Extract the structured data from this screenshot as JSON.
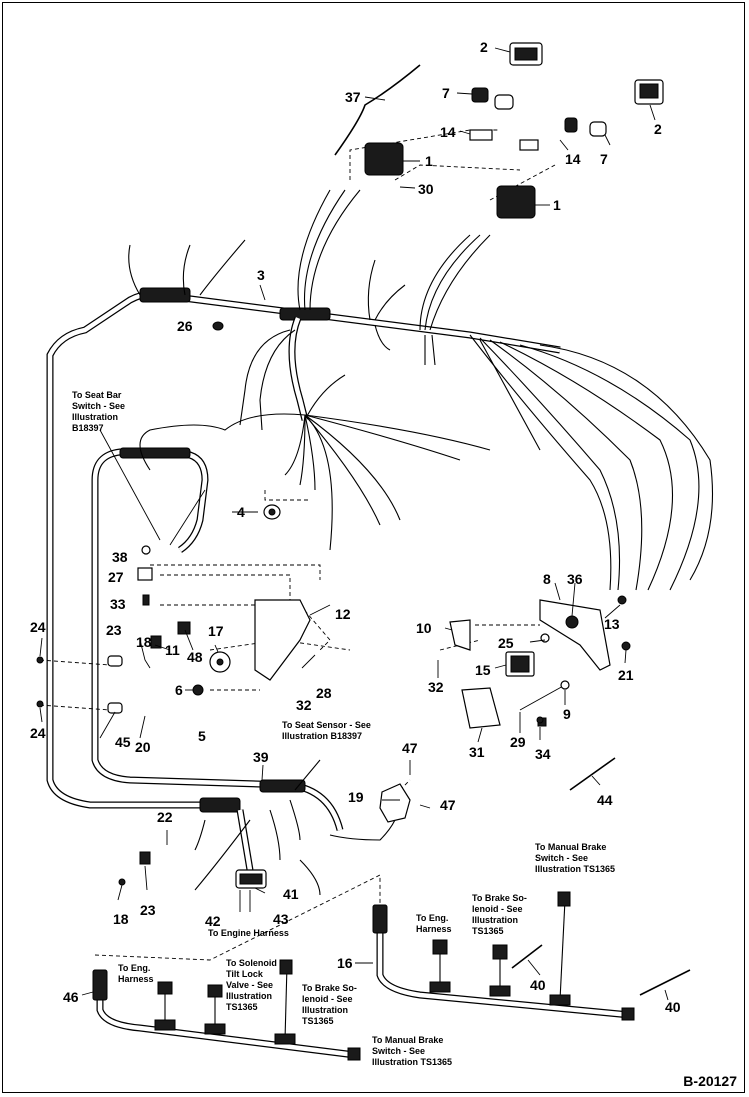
{
  "figure_number": "B-20127",
  "callouts": [
    {
      "id": "c-2a",
      "text": "2"
    },
    {
      "id": "c-2b",
      "text": "2"
    },
    {
      "id": "c-37",
      "text": "37"
    },
    {
      "id": "c-7a",
      "text": "7"
    },
    {
      "id": "c-7b",
      "text": "7"
    },
    {
      "id": "c-14a",
      "text": "14"
    },
    {
      "id": "c-14b",
      "text": "14"
    },
    {
      "id": "c-1a",
      "text": "1"
    },
    {
      "id": "c-1b",
      "text": "1"
    },
    {
      "id": "c-30",
      "text": "30"
    },
    {
      "id": "c-3",
      "text": "3"
    },
    {
      "id": "c-26",
      "text": "26"
    },
    {
      "id": "c-4",
      "text": "4"
    },
    {
      "id": "c-38",
      "text": "38"
    },
    {
      "id": "c-27",
      "text": "27"
    },
    {
      "id": "c-33",
      "text": "33"
    },
    {
      "id": "c-12",
      "text": "12"
    },
    {
      "id": "c-8",
      "text": "8"
    },
    {
      "id": "c-36",
      "text": "36"
    },
    {
      "id": "c-10",
      "text": "10"
    },
    {
      "id": "c-25",
      "text": "25"
    },
    {
      "id": "c-13",
      "text": "13"
    },
    {
      "id": "c-24a",
      "text": "24"
    },
    {
      "id": "c-24b",
      "text": "24"
    },
    {
      "id": "c-23a",
      "text": "23"
    },
    {
      "id": "c-18a",
      "text": "18"
    },
    {
      "id": "c-11",
      "text": "11"
    },
    {
      "id": "c-17",
      "text": "17"
    },
    {
      "id": "c-48",
      "text": "48"
    },
    {
      "id": "c-15",
      "text": "15"
    },
    {
      "id": "c-21",
      "text": "21"
    },
    {
      "id": "c-32a",
      "text": "32"
    },
    {
      "id": "c-32b",
      "text": "32"
    },
    {
      "id": "c-28",
      "text": "28"
    },
    {
      "id": "c-6",
      "text": "6"
    },
    {
      "id": "c-9",
      "text": "9"
    },
    {
      "id": "c-5",
      "text": "5"
    },
    {
      "id": "c-45",
      "text": "45"
    },
    {
      "id": "c-20",
      "text": "20"
    },
    {
      "id": "c-31",
      "text": "31"
    },
    {
      "id": "c-29",
      "text": "29"
    },
    {
      "id": "c-34",
      "text": "34"
    },
    {
      "id": "c-39",
      "text": "39"
    },
    {
      "id": "c-47a",
      "text": "47"
    },
    {
      "id": "c-47b",
      "text": "47"
    },
    {
      "id": "c-19",
      "text": "19"
    },
    {
      "id": "c-44",
      "text": "44"
    },
    {
      "id": "c-22",
      "text": "22"
    },
    {
      "id": "c-41",
      "text": "41"
    },
    {
      "id": "c-42",
      "text": "42"
    },
    {
      "id": "c-43",
      "text": "43"
    },
    {
      "id": "c-18b",
      "text": "18"
    },
    {
      "id": "c-23b",
      "text": "23"
    },
    {
      "id": "c-16",
      "text": "16"
    },
    {
      "id": "c-40a",
      "text": "40"
    },
    {
      "id": "c-40b",
      "text": "40"
    },
    {
      "id": "c-46",
      "text": "46"
    }
  ],
  "notes": {
    "seat_bar": "To Seat Bar\nSwitch - See\nIllustration\nB18397",
    "seat_sensor": "To Seat Sensor - See\nIllustration B18397",
    "engine_harness": "To Engine Harness",
    "eng_harness_right": "To Eng.\nHarness",
    "eng_harness_left": "To Eng.\nHarness",
    "brake_solenoid_right": "To Brake So-\nlenoid - See\nIllustration\nTS1365",
    "brake_solenoid_left": "To Brake So-\nlenoid - See\nIllustration\nTS1365",
    "manual_brake_right": "To Manual Brake\nSwitch - See\nIllustration TS1365",
    "manual_brake_left": "To Manual Brake\nSwitch - See\nIllustration TS1365",
    "solenoid_tilt": "To Solenoid\nTilt Lock\nValve - See\nIllustration\nTS1365"
  }
}
